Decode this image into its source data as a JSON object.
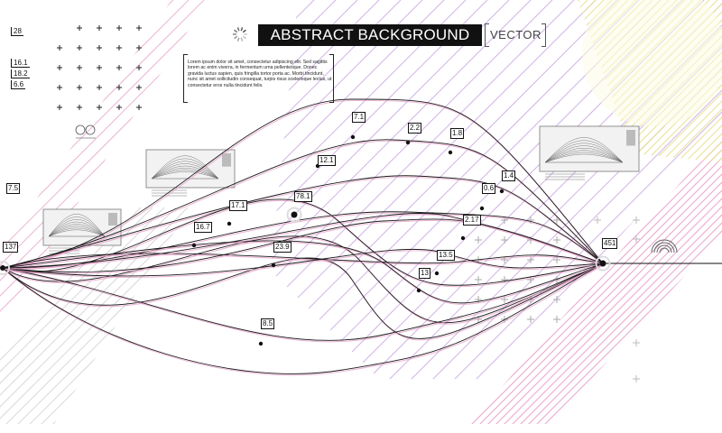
{
  "header": {
    "title": "ABSTRACT BACKGROUND",
    "subtitle": "VECTOR"
  },
  "lorem_text": "Lorem ipsum dolor sit amet, consectetur adipiscing elit. Sed sagittis lorem ac enim viverra, in fermentum urna pellentesque. Donec gravida luctus sapien, quis fringilla tortor porta ac. Morbi tincidunt, nunc sit amet sollicitudin consequat, turpis risus scelerisque lectus, ut consectetur eros nulla tincidunt felis.",
  "side_numbers": [
    "28",
    "16.1",
    "18.2",
    "6.6"
  ],
  "point_labels": [
    "7.5",
    "137",
    "16.7",
    "17.1",
    "78.1",
    "12.1",
    "7.1",
    "2.2",
    "1.8",
    "1.4",
    "0.6",
    "2.17",
    "23.9",
    "13.5",
    "13",
    "8.5",
    "451"
  ],
  "colors": {
    "line": "#1a1a1a",
    "pink_stripe": "#e59bc6",
    "violet_stripe": "#c8a6e0",
    "yellow_stripe": "#e7e08a",
    "grey_stripe": "#cfcfcf",
    "title_bg": "#111111"
  }
}
